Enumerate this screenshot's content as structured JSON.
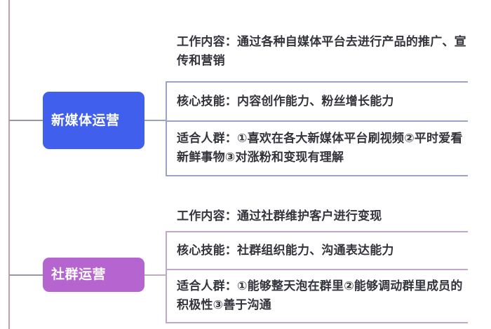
{
  "diagram": {
    "type": "mind-map",
    "colors": {
      "node_blue": "#3f5fec",
      "node_purple": "#b564d0",
      "trunk_line": "#b9a3a8",
      "connector_blue": "#9aa3c4",
      "connector_purple": "#c0a8c8",
      "text": "#34343c",
      "background": "#ffffff"
    },
    "groups": [
      {
        "node_label": "新媒体运营",
        "accent": "#3f5fec",
        "rows": [
          {
            "label": "工作内容：",
            "text": "工作内容：通过各种自媒体平台去进行产品的推广、宣传和营销"
          },
          {
            "label": "核心技能：",
            "text": "核心技能：内容创作能力、粉丝增长能力"
          },
          {
            "label": "适合人群：",
            "text": "适合人群：①喜欢在各大新媒体平台刷视频②平时爱看新鲜事物③对涨粉和变现有理解"
          }
        ]
      },
      {
        "node_label": "社群运营",
        "accent": "#b564d0",
        "rows": [
          {
            "label": "工作内容：",
            "text": "工作内容：通过社群维护客户进行变现"
          },
          {
            "label": "核心技能：",
            "text": "核心技能：社群组织能力、沟通表达能力"
          },
          {
            "label": "适合人群：",
            "text": "适合人群：①能够整天泡在群里②能够调动群里成员的积极性③善于沟通"
          }
        ]
      }
    ]
  }
}
